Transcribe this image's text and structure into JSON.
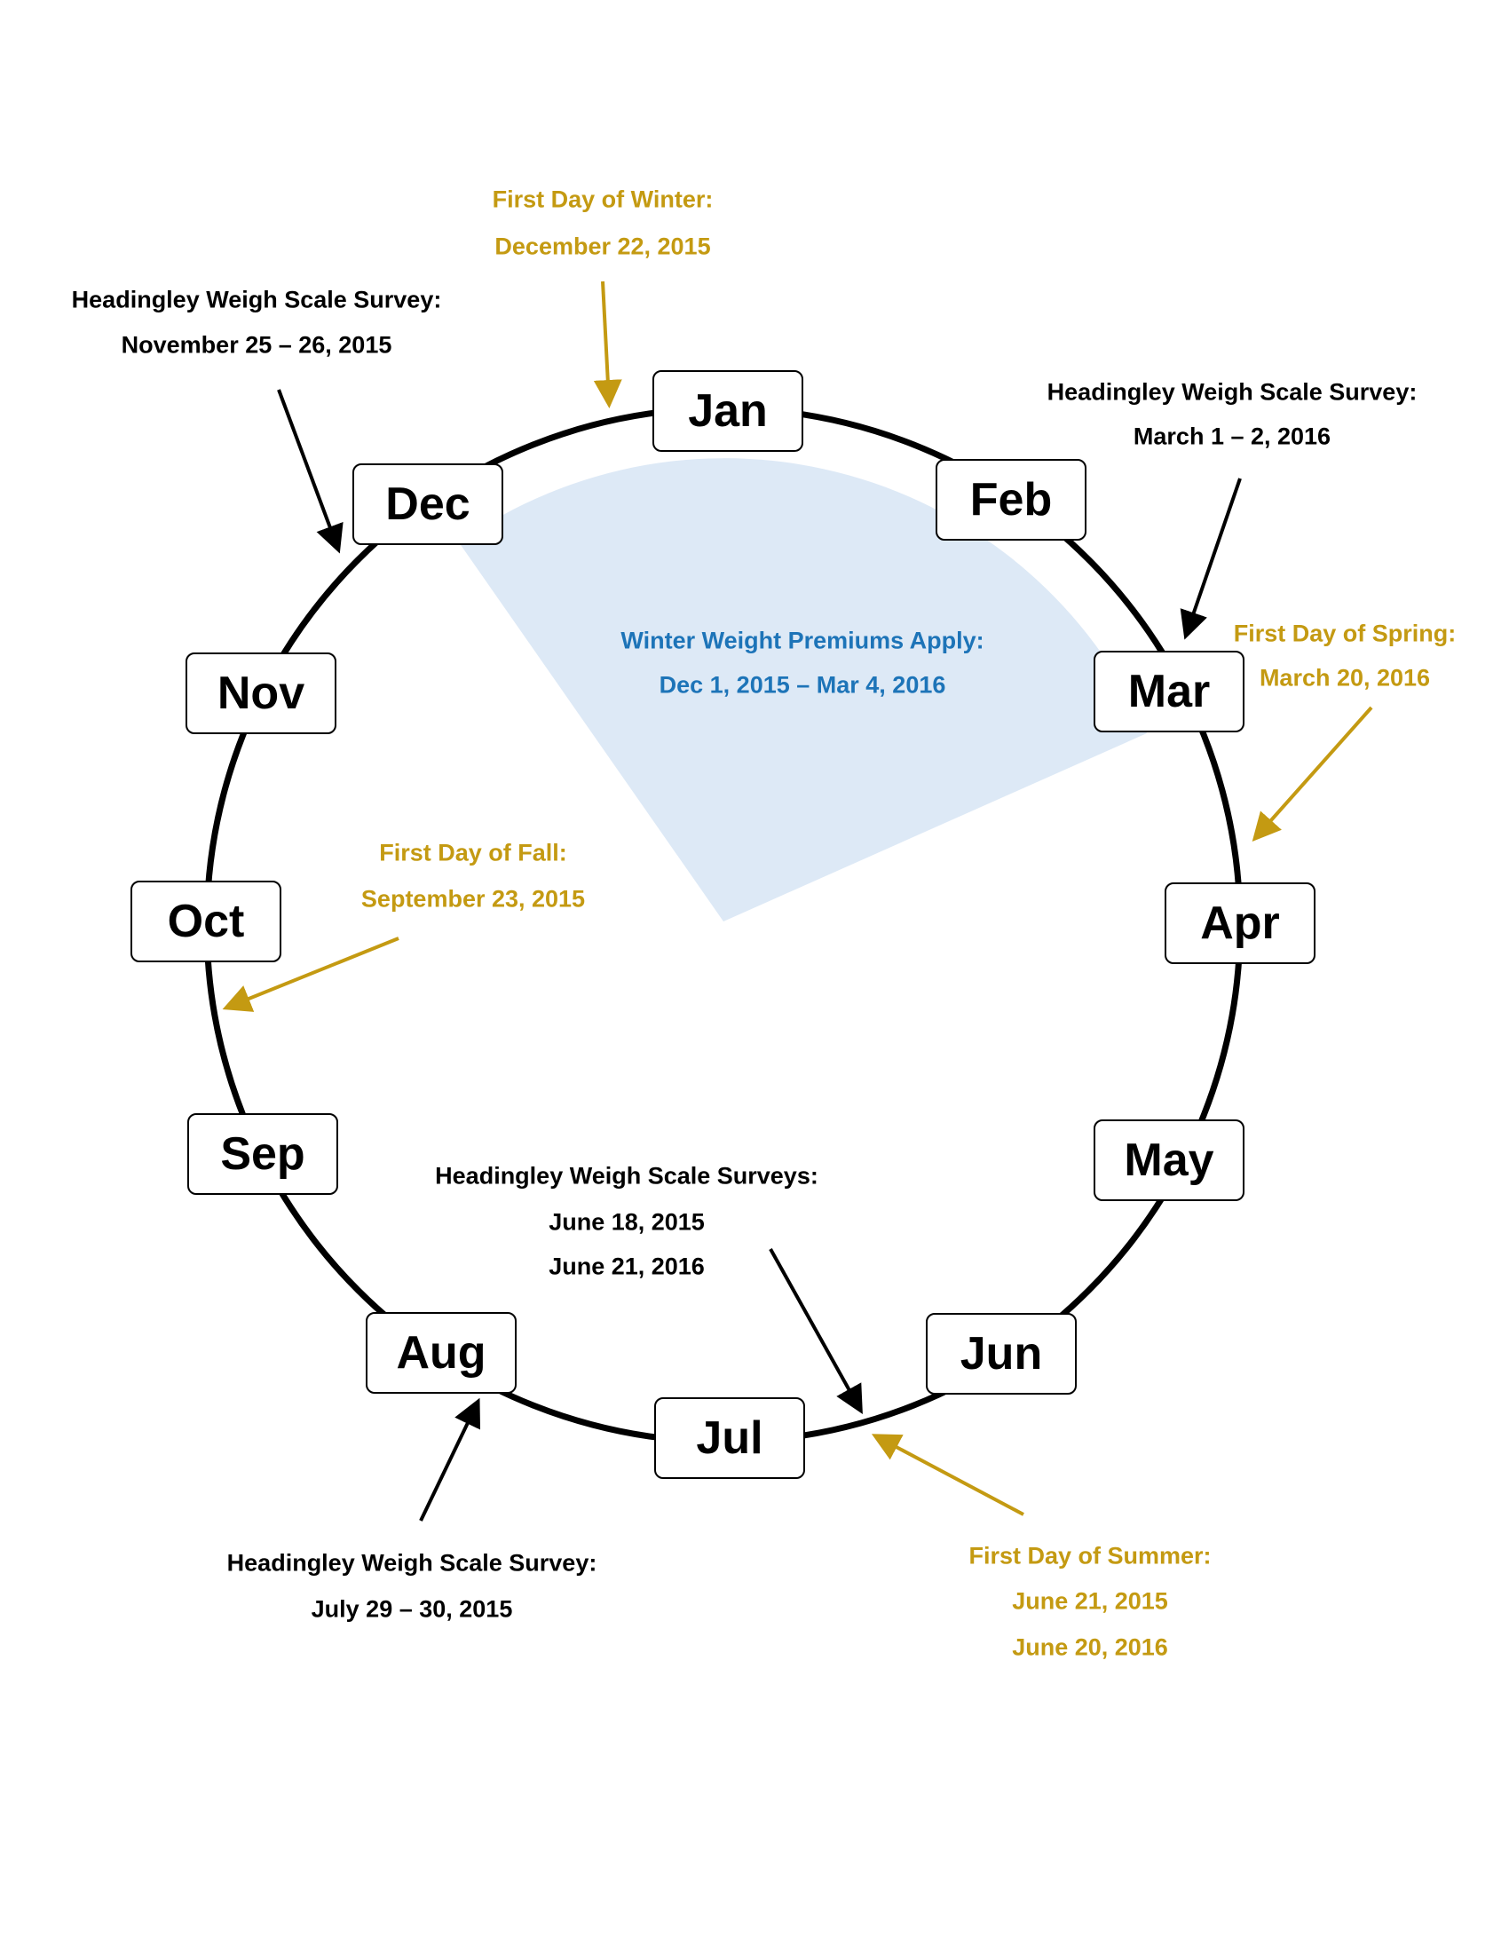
{
  "colors": {
    "gold": "#c49a12",
    "blue": "#1d74b8",
    "wedge": "#dde9f6",
    "black": "#000000"
  },
  "months": [
    "Jan",
    "Feb",
    "Mar",
    "Apr",
    "May",
    "Jun",
    "Jul",
    "Aug",
    "Sep",
    "Oct",
    "Nov",
    "Dec"
  ],
  "winter": {
    "title": "First Day of Winter:",
    "date": "December 22, 2015"
  },
  "spring": {
    "title": "First Day of Spring:",
    "date": "March 20, 2016"
  },
  "summer": {
    "title": "First Day of Summer:",
    "date1": "June 21, 2015",
    "date2": "June 20, 2016"
  },
  "fall": {
    "title": "First Day of Fall:",
    "date": "September 23, 2015"
  },
  "premiums": {
    "title": "Winter Weight Premiums Apply:",
    "range": "Dec 1, 2015 – Mar 4, 2016"
  },
  "survey_nov": {
    "title": "Headingley Weigh Scale Survey:",
    "date": "November 25 – 26, 2015"
  },
  "survey_mar": {
    "title": "Headingley Weigh Scale Survey:",
    "date": "March 1 – 2, 2016"
  },
  "survey_jun": {
    "title": "Headingley Weigh Scale Surveys:",
    "date1": "June 18, 2015",
    "date2": "June 21, 2016"
  },
  "survey_jul": {
    "title": "Headingley Weigh Scale Survey:",
    "date": "July 29 – 30, 2015"
  }
}
